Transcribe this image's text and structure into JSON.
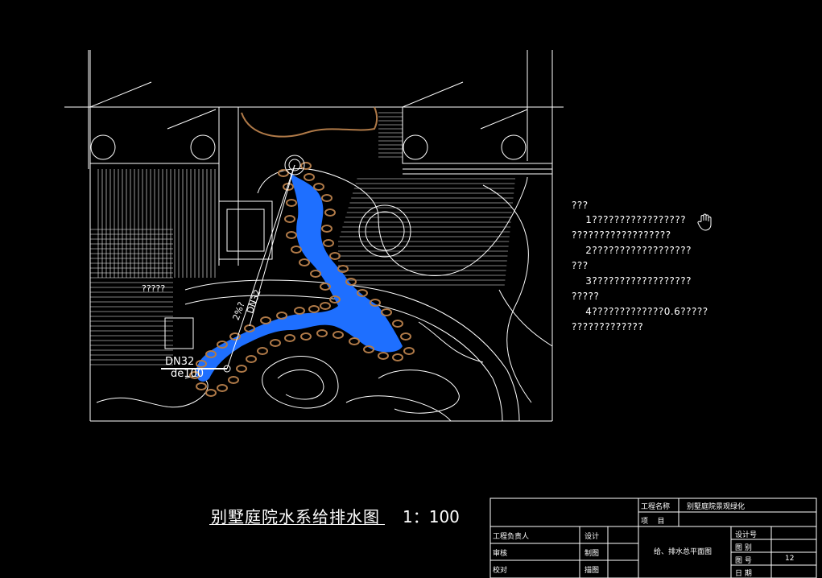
{
  "notes": {
    "title": "???",
    "lines": [
      "    1?????????????????",
      "??????????????????",
      "    2??????????????????",
      "???",
      "    3??????????????????",
      "?????",
      "    4?????????????0.6?????",
      "?????????????"
    ]
  },
  "plan_labels": {
    "room_label": "?????",
    "pipe_dn": "DN32",
    "pipe_de": "de100",
    "pipe_slope": "2%?",
    "pipe_tag": "DN32"
  },
  "drawing": {
    "title": "别墅庭院水系给排水图",
    "scale": "1：100"
  },
  "title_block": {
    "project_name_label": "工程名称",
    "project_name_value": "别墅庭院景观绿化",
    "item_label": "项    目",
    "drawing_name": "给、排水总平面图",
    "engineer_label": "工程负责人",
    "review_label": "审核",
    "check_label": "校对",
    "design_label": "设计",
    "draft_label": "制图",
    "trace_label": "描图",
    "design_no_label": "设计号",
    "category_label": "图 别",
    "number_label": "图 号",
    "number_value": "12",
    "date_label": "日 期"
  },
  "colors": {
    "background": "#000000",
    "line": "#ffffff",
    "water": "#1e6fff",
    "rock": "#b07a48"
  },
  "icons": {
    "cursor": "hand-cursor-icon"
  }
}
